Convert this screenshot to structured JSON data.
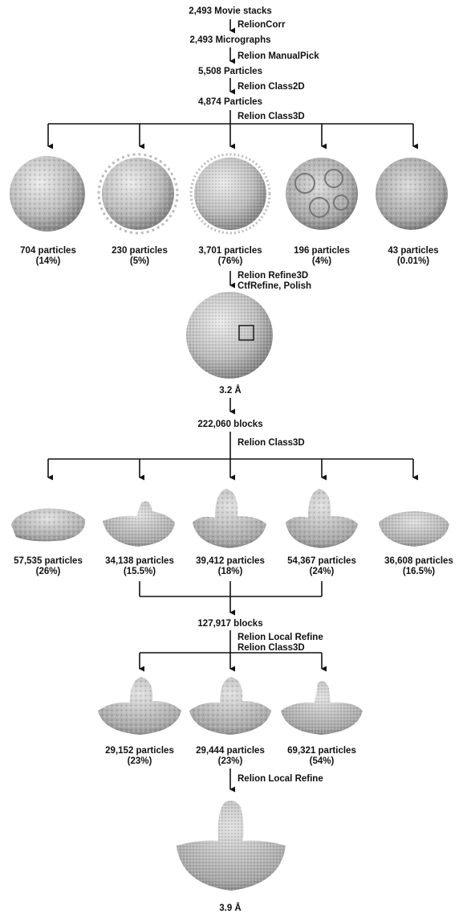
{
  "steps": {
    "movie_stacks": "2,493 Movie stacks",
    "relion_corr": "RelionCorr",
    "micrographs": "2,493 Micrographs",
    "manual_pick": "Relion ManualPick",
    "particles_5508": "5,508 Particles",
    "class2d": "Relion Class2D",
    "particles_4874": "4,874 Particles",
    "class3d_1": "Relion Class3D",
    "refine3d": "Relion Refine3D",
    "ctf_polish": "CtfRefine, Polish",
    "res_1": "3.2 Å",
    "blocks_222060": "222,060 blocks",
    "class3d_2": "Relion Class3D",
    "blocks_127917": "127,917 blocks",
    "local_refine_1": "Relion Local Refine",
    "class3d_3": "Relion Class3D",
    "local_refine_2": "Relion Local Refine",
    "res_2": "3.9 Å"
  },
  "round1": [
    {
      "count": "704 particles",
      "pct": "(14%)"
    },
    {
      "count": "230 particles",
      "pct": "(5%)"
    },
    {
      "count": "3,701 particles",
      "pct": "(76%)"
    },
    {
      "count": "196 particles",
      "pct": "(4%)"
    },
    {
      "count": "43 particles",
      "pct": "(0.01%)"
    }
  ],
  "round2": [
    {
      "count": "57,535 particles",
      "pct": "(26%)"
    },
    {
      "count": "34,138 particles",
      "pct": "(15.5%)"
    },
    {
      "count": "39,412 particles",
      "pct": "(18%)"
    },
    {
      "count": "54,367 particles",
      "pct": "(24%)"
    },
    {
      "count": "36,608 particles",
      "pct": "(16.5%)"
    }
  ],
  "round3": [
    {
      "count": "29,152 particles",
      "pct": "(23%)"
    },
    {
      "count": "29,444 particles",
      "pct": "(23%)"
    },
    {
      "count": "69,321 particles",
      "pct": "(54%)"
    }
  ],
  "colors": {
    "line": "#111111",
    "map_light": "#e6e6e6",
    "map_mid": "#b8b8b8",
    "map_dark": "#7c7c7c"
  }
}
